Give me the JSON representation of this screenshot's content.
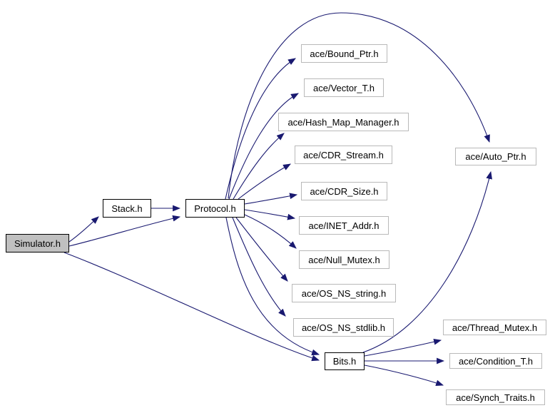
{
  "diagram": {
    "type": "include-dependency-graph",
    "background_color": "#ffffff",
    "edge_color": "#191970",
    "project_node_border_color": "#000000",
    "external_node_border_color": "#b9b9b9",
    "highlight_node_fill_color": "#c0c0c0",
    "nodes": [
      {
        "label": "Simulator.h",
        "kind": "highlighted-root"
      },
      {
        "label": "Stack.h",
        "kind": "project"
      },
      {
        "label": "Protocol.h",
        "kind": "project"
      },
      {
        "label": "ace/Bound_Ptr.h",
        "kind": "external"
      },
      {
        "label": "ace/Vector_T.h",
        "kind": "external"
      },
      {
        "label": "ace/Hash_Map_Manager.h",
        "kind": "external"
      },
      {
        "label": "ace/CDR_Stream.h",
        "kind": "external"
      },
      {
        "label": "ace/CDR_Size.h",
        "kind": "external"
      },
      {
        "label": "ace/INET_Addr.h",
        "kind": "external"
      },
      {
        "label": "ace/Null_Mutex.h",
        "kind": "external"
      },
      {
        "label": "ace/OS_NS_string.h",
        "kind": "external"
      },
      {
        "label": "ace/OS_NS_stdlib.h",
        "kind": "external"
      },
      {
        "label": "ace/Auto_Ptr.h",
        "kind": "external"
      },
      {
        "label": "Bits.h",
        "kind": "project"
      },
      {
        "label": "ace/Thread_Mutex.h",
        "kind": "external"
      },
      {
        "label": "ace/Condition_T.h",
        "kind": "external"
      },
      {
        "label": "ace/Synch_Traits.h",
        "kind": "external"
      }
    ],
    "edges": [
      {
        "from": "Simulator.h",
        "to": "Stack.h"
      },
      {
        "from": "Simulator.h",
        "to": "Protocol.h"
      },
      {
        "from": "Simulator.h",
        "to": "Bits.h"
      },
      {
        "from": "Stack.h",
        "to": "Protocol.h"
      },
      {
        "from": "Protocol.h",
        "to": "ace/Bound_Ptr.h"
      },
      {
        "from": "Protocol.h",
        "to": "ace/Vector_T.h"
      },
      {
        "from": "Protocol.h",
        "to": "ace/Hash_Map_Manager.h"
      },
      {
        "from": "Protocol.h",
        "to": "ace/CDR_Stream.h"
      },
      {
        "from": "Protocol.h",
        "to": "ace/CDR_Size.h"
      },
      {
        "from": "Protocol.h",
        "to": "ace/INET_Addr.h"
      },
      {
        "from": "Protocol.h",
        "to": "ace/Null_Mutex.h"
      },
      {
        "from": "Protocol.h",
        "to": "ace/OS_NS_string.h"
      },
      {
        "from": "Protocol.h",
        "to": "ace/OS_NS_stdlib.h"
      },
      {
        "from": "Protocol.h",
        "to": "ace/Auto_Ptr.h"
      },
      {
        "from": "Protocol.h",
        "to": "Bits.h"
      },
      {
        "from": "Bits.h",
        "to": "ace/Auto_Ptr.h"
      },
      {
        "from": "Bits.h",
        "to": "ace/Thread_Mutex.h"
      },
      {
        "from": "Bits.h",
        "to": "ace/Condition_T.h"
      },
      {
        "from": "Bits.h",
        "to": "ace/Synch_Traits.h"
      }
    ]
  }
}
